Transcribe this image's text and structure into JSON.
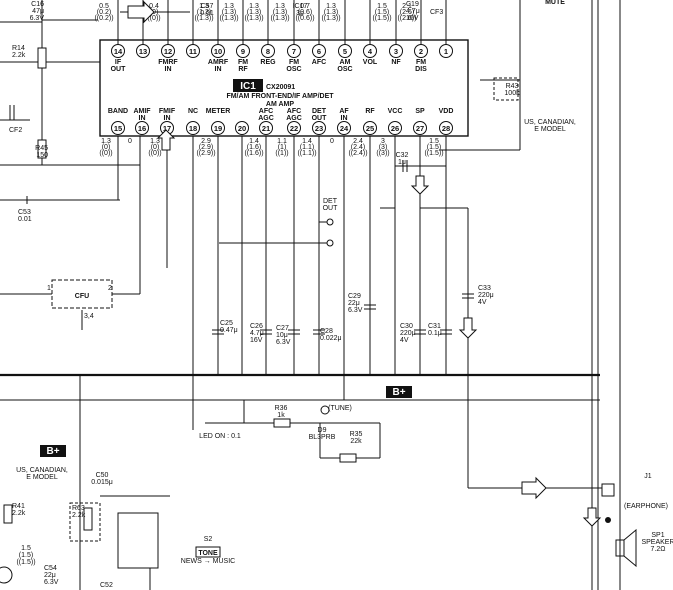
{
  "ic": {
    "name": "IC1",
    "part": "CX20091",
    "function_line1": "FM/AM FRONT-END/IF AMP/DET",
    "function_line2": "AM AMP",
    "top_pins": [
      {
        "num": "14",
        "name": "IF\nOUT",
        "volt": "0.5\n(0.2)\n((0.2))"
      },
      {
        "num": "13",
        "name": "",
        "volt": ""
      },
      {
        "num": "12",
        "name": "FMRF\nIN",
        "volt": "0.4\n(0)\n((0))"
      },
      {
        "num": "11",
        "name": "",
        "volt": ""
      },
      {
        "num": "10",
        "name": "AMRF\nIN",
        "volt": "1.3\n(1.3)\n((1.3))"
      },
      {
        "num": "9",
        "name": "FM\nRF",
        "volt": "1.3\n(1.3)\n((1.3))"
      },
      {
        "num": "8",
        "name": "REG",
        "volt": "1.3\n(1.3)\n((1.3))"
      },
      {
        "num": "7",
        "name": "FM\nOSC",
        "volt": "1.3\n(1.3)\n((1.3))"
      },
      {
        "num": "6",
        "name": "AFC",
        "volt": "0.7\n(0.6)\n((0.6))"
      },
      {
        "num": "5",
        "name": "AM\nOSC",
        "volt": "1.3\n(1.3)\n((1.3))"
      },
      {
        "num": "4",
        "name": "VOL",
        "volt": ""
      },
      {
        "num": "3",
        "name": "NF",
        "volt": "1.5\n(1.5)\n((1.5))"
      },
      {
        "num": "2",
        "name": "FM\nDIS",
        "volt": "2.1\n(2.6)\n((2.6))"
      },
      {
        "num": "1",
        "name": "",
        "volt": ""
      }
    ],
    "bottom_pins": [
      {
        "num": "15",
        "name": "BAND",
        "volt": "1.3\n(0)\n((0))"
      },
      {
        "num": "16",
        "name": "AMIF\nIN",
        "volt": "0"
      },
      {
        "num": "17",
        "name": "FMIF\nIN",
        "volt": "1.3\n(0)\n((0))"
      },
      {
        "num": "18",
        "name": "NC",
        "volt": ""
      },
      {
        "num": "19",
        "name": "METER",
        "volt": "2.9\n(2.9)\n((2.9))"
      },
      {
        "num": "20",
        "name": "",
        "volt": ""
      },
      {
        "num": "21",
        "name": "AFC\nAGC",
        "volt": "1.4\n(1.6)\n((1.6))"
      },
      {
        "num": "22",
        "name": "AFC\nAGC",
        "volt": "1.1\n(1)\n((1))"
      },
      {
        "num": "23",
        "name": "DET\nOUT",
        "volt": "1.4\n(1.1)\n((1.1))"
      },
      {
        "num": "24",
        "name": "AF\nIN",
        "volt": "0"
      },
      {
        "num": "25",
        "name": "RF",
        "volt": "2.4\n(2.4)\n((2.4))"
      },
      {
        "num": "26",
        "name": "VCC",
        "volt": "3\n(3)\n((3))"
      },
      {
        "num": "27",
        "name": "SP",
        "volt": ""
      },
      {
        "num": "28",
        "name": "VDD",
        "volt": "1.5\n(1.5)\n((1.5))"
      }
    ]
  },
  "labels": {
    "mute": "MUTE",
    "c16": "C16\n47μ\n6.3V",
    "c57": "C57\n0.01",
    "ic17": "IC17\n3p",
    "c19": "C19\n4.7μ\n16V",
    "cf3": "CF3",
    "r14": "R14\n2.2k",
    "cf2": "CF2",
    "r45": "R45\n150",
    "c53": "C53\n0.01",
    "r43": "R43\n100k",
    "r43_note": "US, CANADIAN,\nE MODEL",
    "c32": "C32\n1μ",
    "det_out": "DET\nOUT",
    "cfu": "CFU",
    "cfu_pin1": "1",
    "cfu_pin2": "2",
    "cfu_pin34": "3,4",
    "c25": "C25\n0.47μ",
    "c26": "C26\n4.7μ\n16V",
    "c27": "C27\n10μ\n6.3V",
    "c28": "C28\n0.022μ",
    "c29": "C29\n22μ\n6.3V",
    "c30": "C30\n220μ\n4V",
    "c31": "C31\n0.1μ",
    "c33": "C33\n220μ\n4V",
    "bplus1": "B+",
    "bplus2": "B+",
    "r36": "R36\n1k",
    "tune": "(TUNE)",
    "d9": "D9\nBL3PRB",
    "r35": "R35\n22k",
    "led_on": "LED ON : 0.1",
    "j1": "J1",
    "earphone": "(EARPHONE)",
    "sp1": "SP1\nSPEAKER\n7.2Ω",
    "r41": "R41\n2.2k",
    "us_model": "US, CANADIAN,\nE MODEL",
    "c50": "C50\n0.015μ",
    "r63": "R63\n2.2k",
    "s2": "S2",
    "tone": "TONE",
    "news_music": "NEWS → MUSIC",
    "v15": "1.5\n(1.5)\n((1.5))",
    "c54": "C54\n22μ\n6.3V",
    "c52": "C52"
  }
}
